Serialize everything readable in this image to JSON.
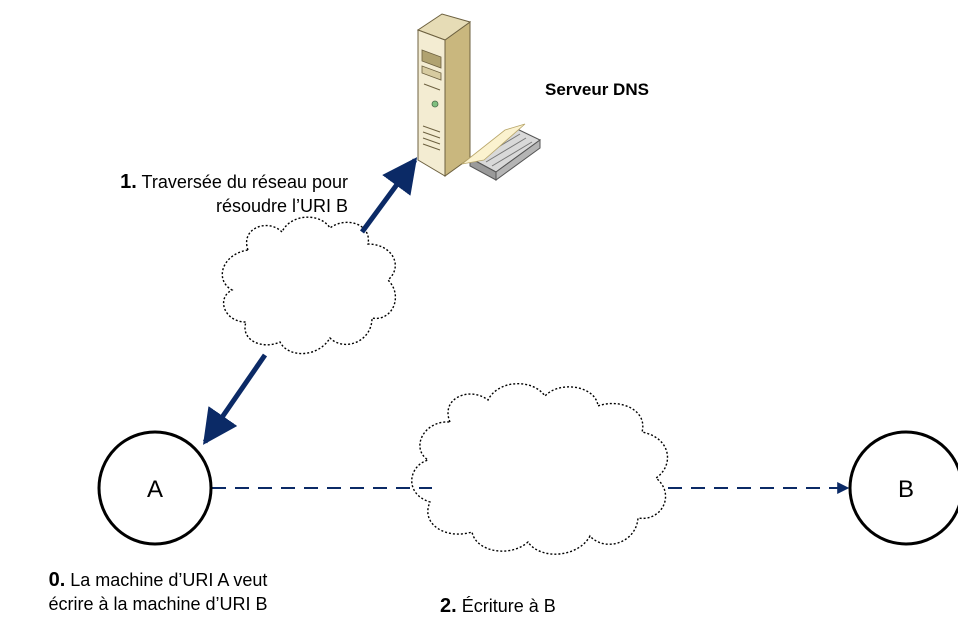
{
  "server": {
    "label": "Serveur DNS",
    "icon": "server-tower-icon"
  },
  "nodes": {
    "a": {
      "label": "A"
    },
    "b": {
      "label": "B"
    }
  },
  "steps": {
    "step0": {
      "number": "0.",
      "line1": "La machine d’URI A veut",
      "line2": "écrire à la machine d’URI B"
    },
    "step1": {
      "number": "1.",
      "line1": "Traversée du réseau pour",
      "line2": "résoudre l’URI B"
    },
    "step2": {
      "number": "2.",
      "text": "Écriture à B"
    }
  },
  "colors": {
    "arrow": "#0b2a66",
    "node_stroke": "#000000",
    "server_body": "#f3ecd2",
    "server_shade": "#c9b77e"
  }
}
